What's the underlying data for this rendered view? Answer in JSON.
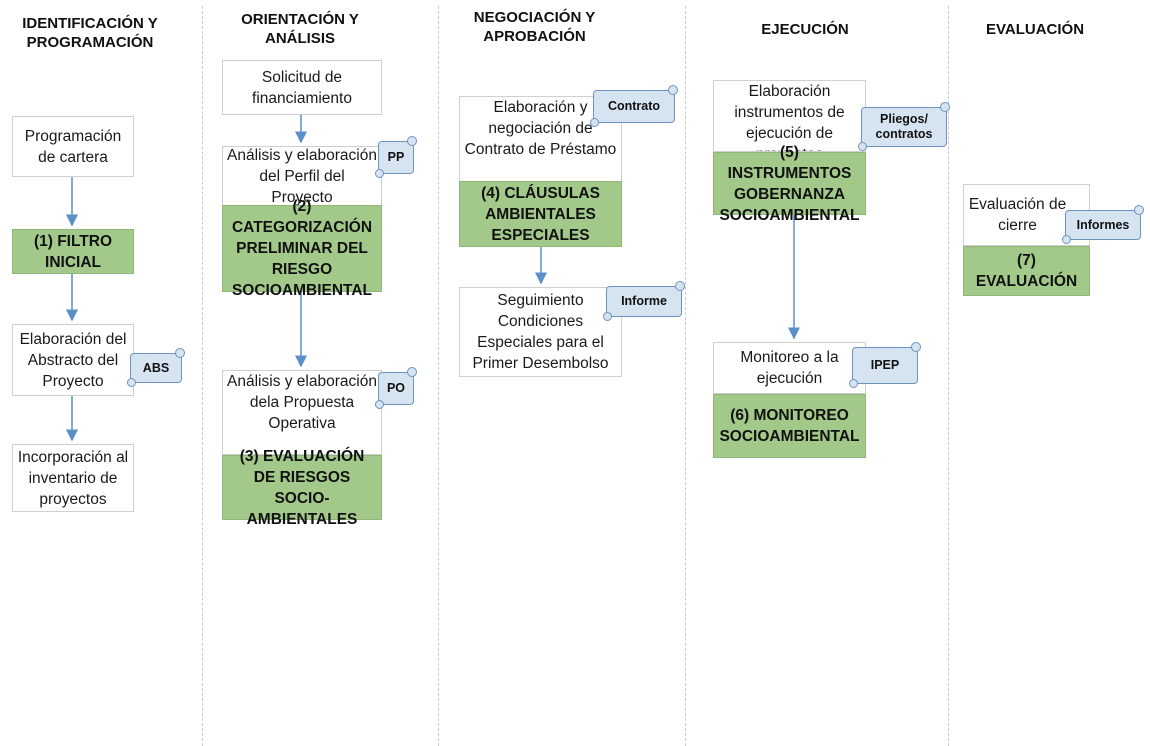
{
  "phases": [
    {
      "title": "IDENTIFICACIÓN Y PROGRAMACIÓN"
    },
    {
      "title": "ORIENTACIÓN Y ANÁLISIS"
    },
    {
      "title": "NEGOCIACIÓN Y APROBACIÓN"
    },
    {
      "title": "EJECUCIÓN"
    },
    {
      "title": "EVALUACIÓN"
    }
  ],
  "nodes": {
    "programacion": "Programación de cartera",
    "filtro": "(1) FILTRO INICIAL",
    "abstracto": "Elaboración del Abstracto del Proyecto",
    "abs": "ABS",
    "incorporacion": "Incorporación al inventario de proyectos",
    "solicitud": "Solicitud de financiamiento",
    "perfil": "Análisis y elaboración del Perfil del Proyecto",
    "pp": "PP",
    "categorizacion": "(2) CATEGORIZACIÓN PRELIMINAR DEL RIESGO SOCIOAMBIENTAL",
    "propuesta": "Análisis y elaboración dela Propuesta Operativa",
    "po": "PO",
    "evaluacion_riesgos": "(3) EVALUACIÓN DE RIESGOS SOCIO-AMBIENTALES",
    "contrato_box": "Elaboración y negociación de Contrato de Préstamo",
    "contrato": "Contrato",
    "clausulas": "(4) CLÁUSULAS AMBIENTALES ESPECIALES",
    "seguimiento": "Seguimiento Condiciones Especiales para el Primer Desembolso",
    "informe": "Informe",
    "instrumentos_box": "Elaboración instrumentos de ejecución de proyectos",
    "pliegos": "Pliegos/ contratos",
    "instrumentos": "(5) INSTRUMENTOS GOBERNANZA SOCIOAMBIENTAL",
    "monitoreo_box": "Monitoreo a la ejecución",
    "ipep": "IPEP",
    "monitoreo": "(6) MONITOREO SOCIOAMBIENTAL",
    "cierre": "Evaluación de cierre",
    "informes": "Informes",
    "evaluacion": "(7) EVALUACIÓN"
  }
}
